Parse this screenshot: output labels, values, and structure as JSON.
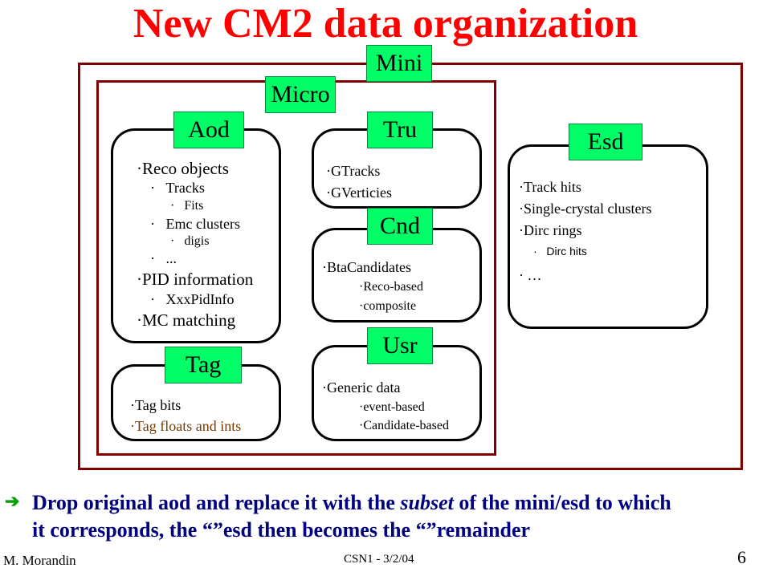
{
  "title": "New CM2 data organization",
  "labels": {
    "mini": "Mini",
    "micro": "Micro",
    "aod": "Aod",
    "tag": "Tag",
    "tru": "Tru",
    "cnd": "Cnd",
    "usr": "Usr",
    "esd": "Esd"
  },
  "aod_items": {
    "reco_objects": "Reco objects",
    "tracks": "Tracks",
    "fits": "Fits",
    "emc_clusters": "Emc clusters",
    "digis": "digis",
    "dots": "...",
    "pid_information": "PID information",
    "xxx_pid_info": "XxxPidInfo",
    "mc_matching": "MC matching"
  },
  "tag_items": {
    "tag_bits": "Tag bits",
    "tag_floats": "Tag floats and ints"
  },
  "tru_items": {
    "gtracks": "GTracks",
    "gverticies": "GVerticies"
  },
  "cnd_items": {
    "bta_candidates": "BtaCandidates",
    "reco_based": "Reco-based",
    "composite": "composite"
  },
  "usr_items": {
    "generic_data": "Generic data",
    "event_based": "event-based",
    "candidate_based": "Candidate-based"
  },
  "esd_items": {
    "track_hits": "Track hits",
    "single_crystal": "Single-crystal clusters",
    "dirc_rings": "Dirc rings",
    "dirc_hits": "Dirc hits",
    "ellipsis": "…"
  },
  "bottom": {
    "line1_a": "Drop original aod and replace it with the ",
    "line1_em": "subset",
    "line1_b": " of the mini/esd to which",
    "line2": "it corresponds, the “”esd then becomes the “”remainder"
  },
  "footer": {
    "author": "M. Morandin",
    "center": "CSN1 - 3/2/04",
    "page": "6"
  },
  "colors": {
    "title": "#ff0000",
    "label_bg": "#00ff66",
    "frame": "#800000",
    "bottom_text": "#000080",
    "arrow": "#00a000"
  }
}
